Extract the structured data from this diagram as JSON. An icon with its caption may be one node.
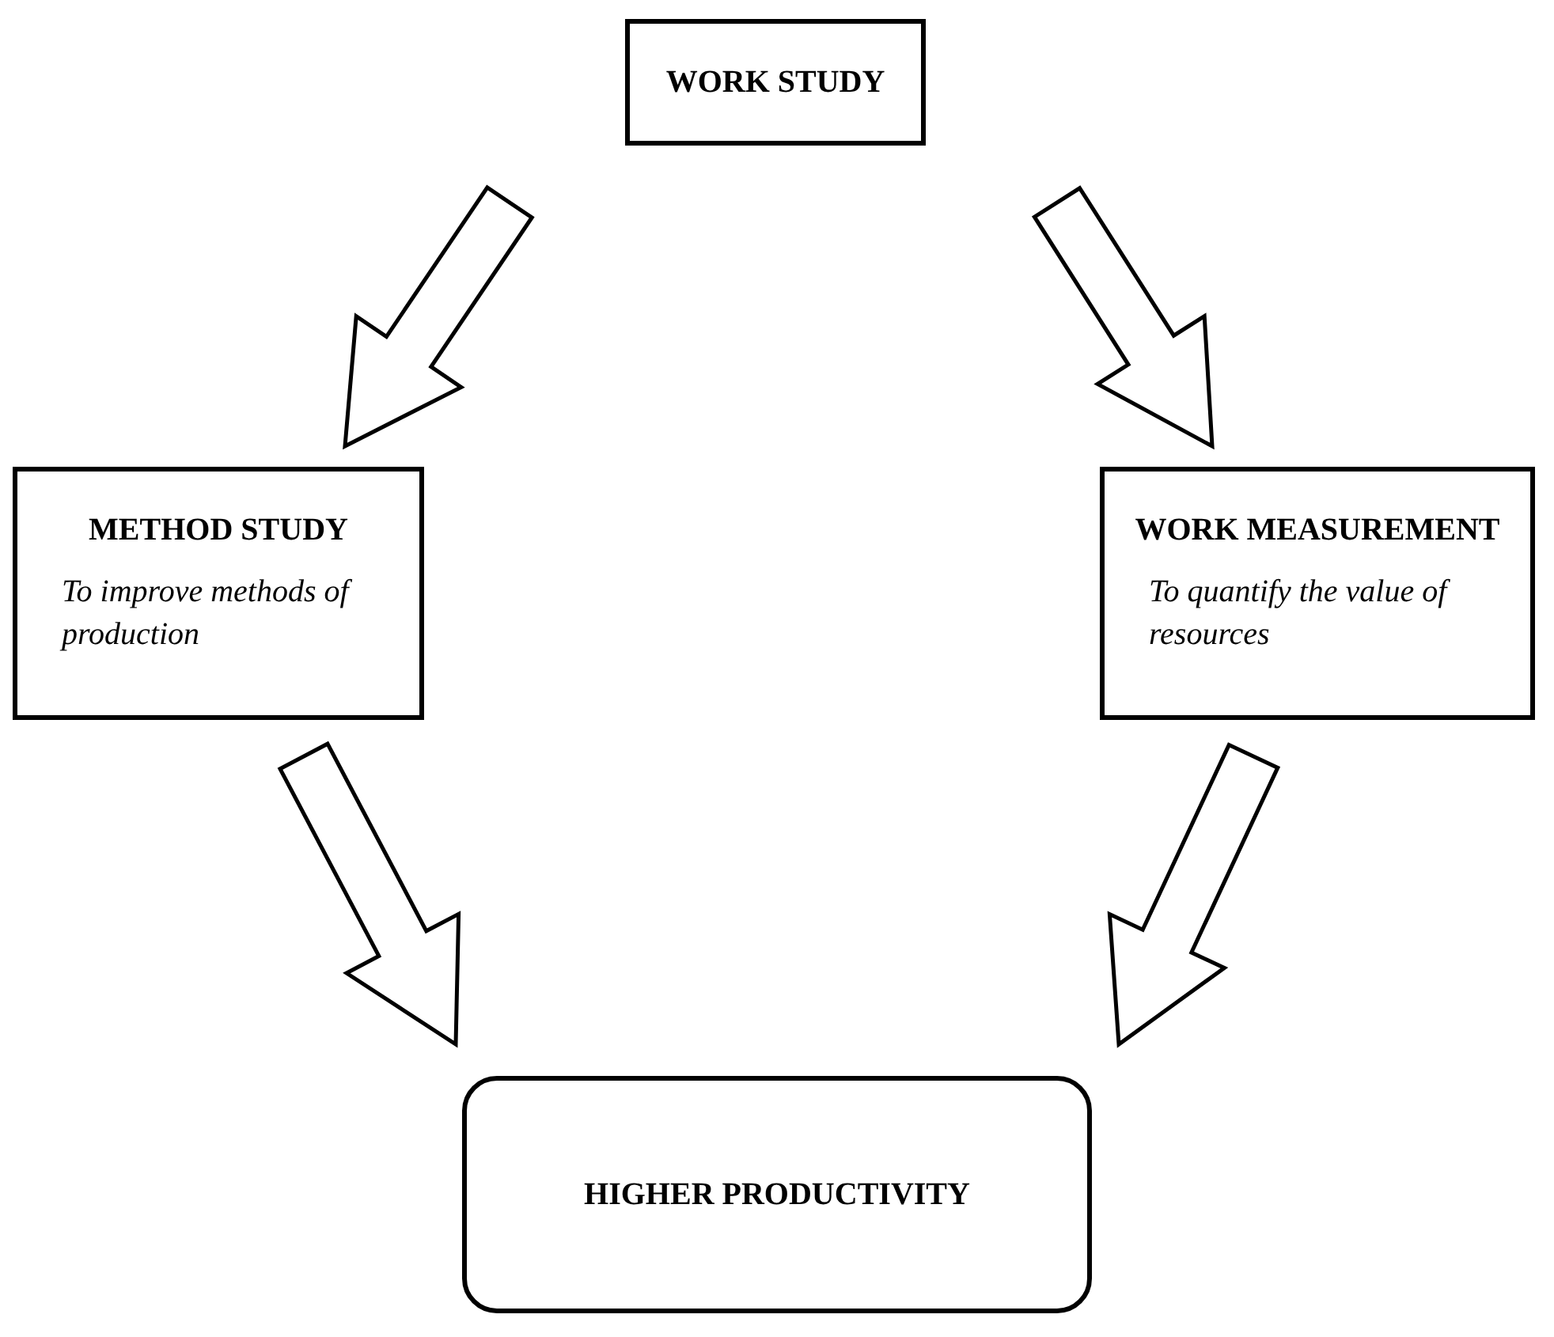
{
  "diagram": {
    "nodes": [
      {
        "text": [
          "WORK STUDY"
        ]
      },
      {
        "text": [
          "METHOD STUDY",
          "To improve methods of production"
        ]
      },
      {
        "text": [
          "WORK MEASUREMENT",
          "To quantify the value of resources"
        ]
      },
      {
        "text": [
          "HIGHER PRODUCTIVITY"
        ]
      }
    ],
    "edges": [
      {
        "from": 0,
        "to": 1,
        "arrow": "to",
        "style": "thick"
      },
      {
        "from": 0,
        "to": 2,
        "arrow": "to",
        "style": "thick"
      },
      {
        "from": 1,
        "to": 3,
        "arrow": "to",
        "style": "thick"
      },
      {
        "from": 2,
        "to": 3,
        "arrow": "to",
        "style": "thick"
      }
    ]
  }
}
